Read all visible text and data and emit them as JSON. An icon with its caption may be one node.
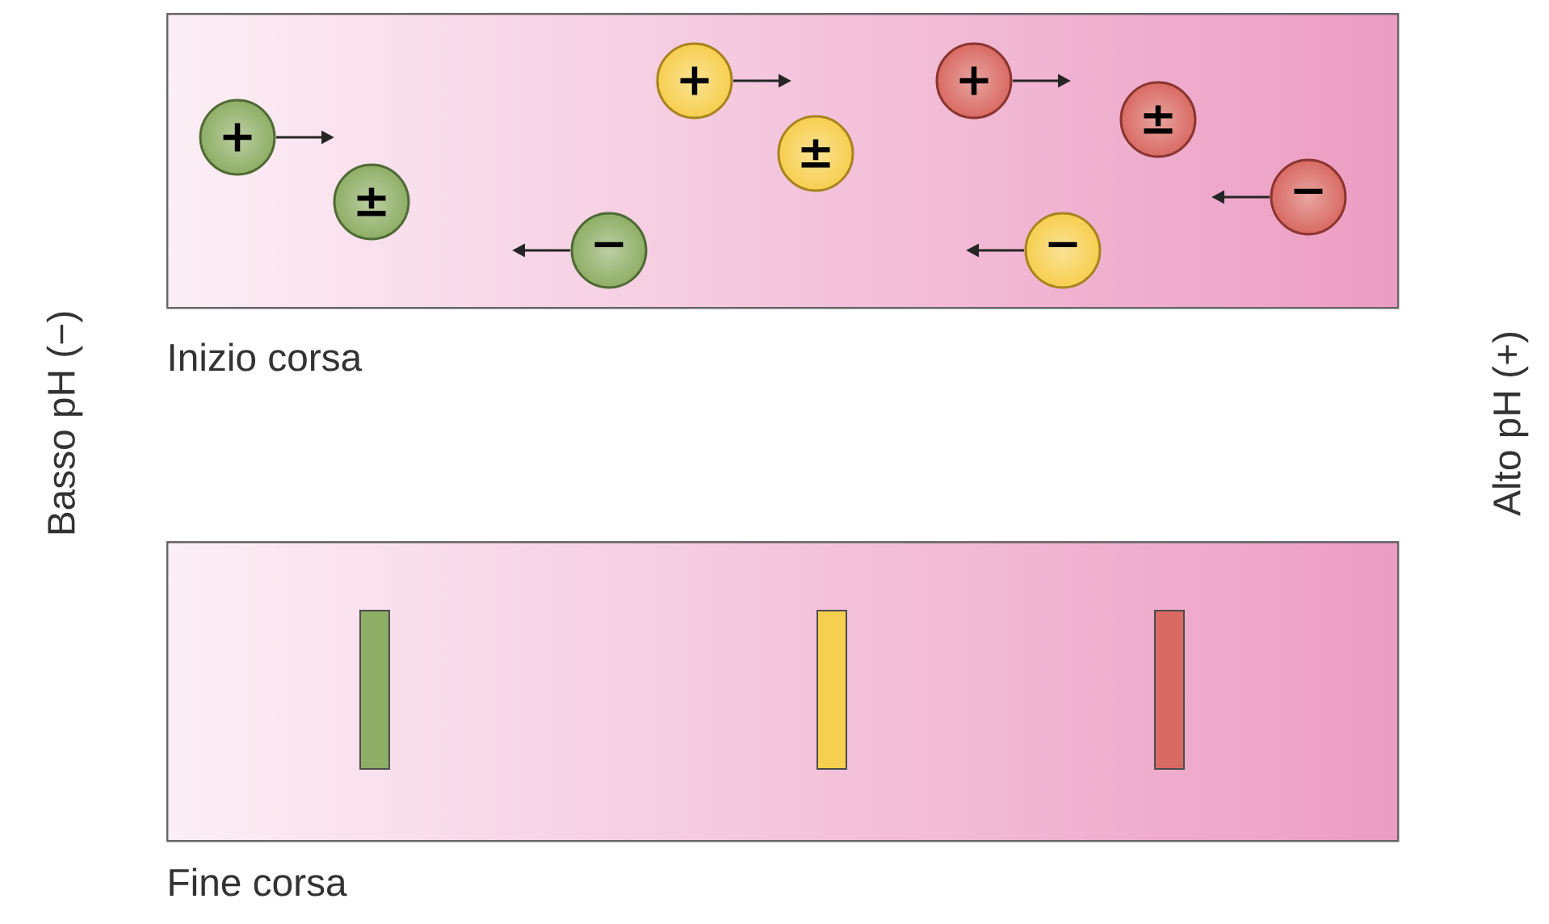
{
  "diagram": {
    "nodes": [
      {
        "text": [],
        "shape": "box",
        "beside": [
          "Inizio corsa"
        ]
      },
      {
        "text": [
          "+"
        ],
        "in": 0
      },
      {
        "text": [
          "+"
        ],
        "in": 0
      },
      {
        "text": [
          "±"
        ],
        "in": 0
      },
      {
        "text": [
          "+"
        ],
        "in": 0
      },
      {
        "text": [
          "±"
        ],
        "in": 0
      },
      {
        "text": [
          "−"
        ],
        "in": 0
      },
      {
        "text": [
          "±"
        ],
        "in": 0
      },
      {
        "text": [
          "−"
        ],
        "in": 0
      },
      {
        "text": [
          "−"
        ],
        "in": 0
      },
      {
        "text": [],
        "shape": "box",
        "beside": [
          "Fine corsa"
        ]
      },
      {
        "text": [],
        "shape": "bar",
        "in": 10
      },
      {
        "text": [],
        "shape": "bar",
        "in": 10
      },
      {
        "text": [],
        "shape": "bar",
        "in": 10
      }
    ],
    "labels": [
      "Basso pH (−)",
      "Alto pH (+)"
    ]
  }
}
